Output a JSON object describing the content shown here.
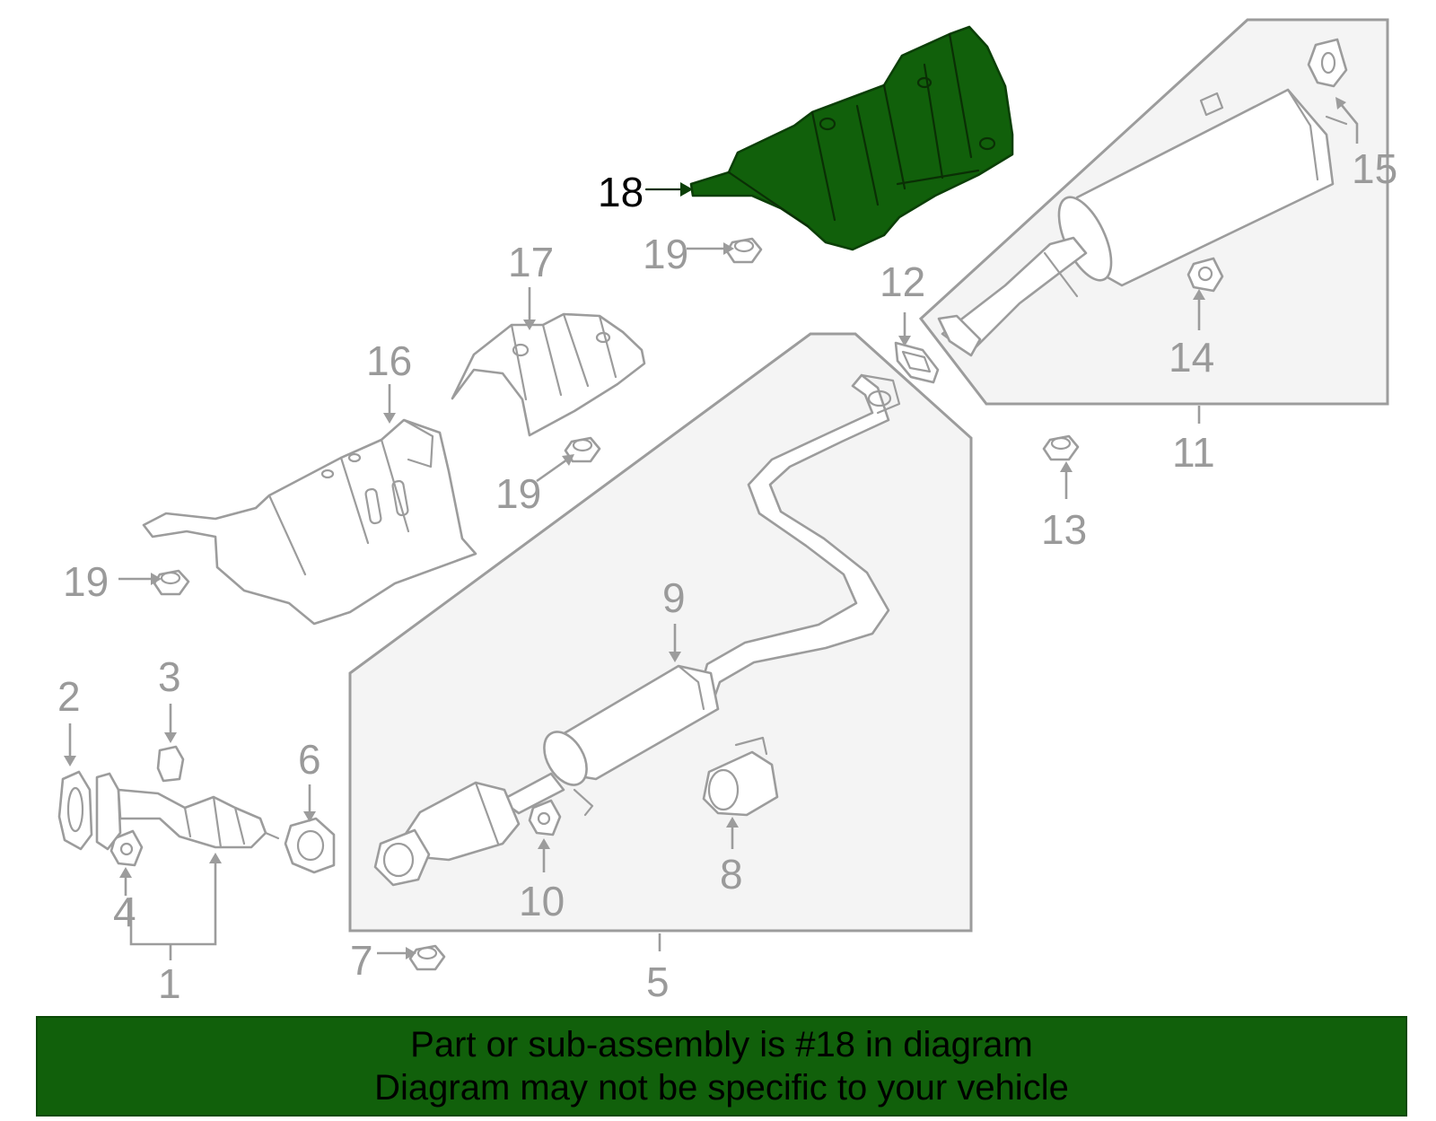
{
  "colors": {
    "highlight": "#11600b",
    "banner_background": "#11600b",
    "banner_text": "#000000",
    "line_art": "#9c9c9c",
    "group_fill": "#f4f4f4"
  },
  "diagram": {
    "highlighted_part": "18",
    "callouts": {
      "c1": "1",
      "c2": "2",
      "c3": "3",
      "c4": "4",
      "c5": "5",
      "c6": "6",
      "c7": "7",
      "c8": "8",
      "c9": "9",
      "c10": "10",
      "c11": "11",
      "c12": "12",
      "c13": "13",
      "c14": "14",
      "c15": "15",
      "c16": "16",
      "c17": "17",
      "c18": "18",
      "c19a": "19",
      "c19b": "19",
      "c19c": "19"
    }
  },
  "banner": {
    "line1": "Part or sub-assembly is #18 in diagram",
    "line2": "Diagram may not be specific to your vehicle"
  }
}
